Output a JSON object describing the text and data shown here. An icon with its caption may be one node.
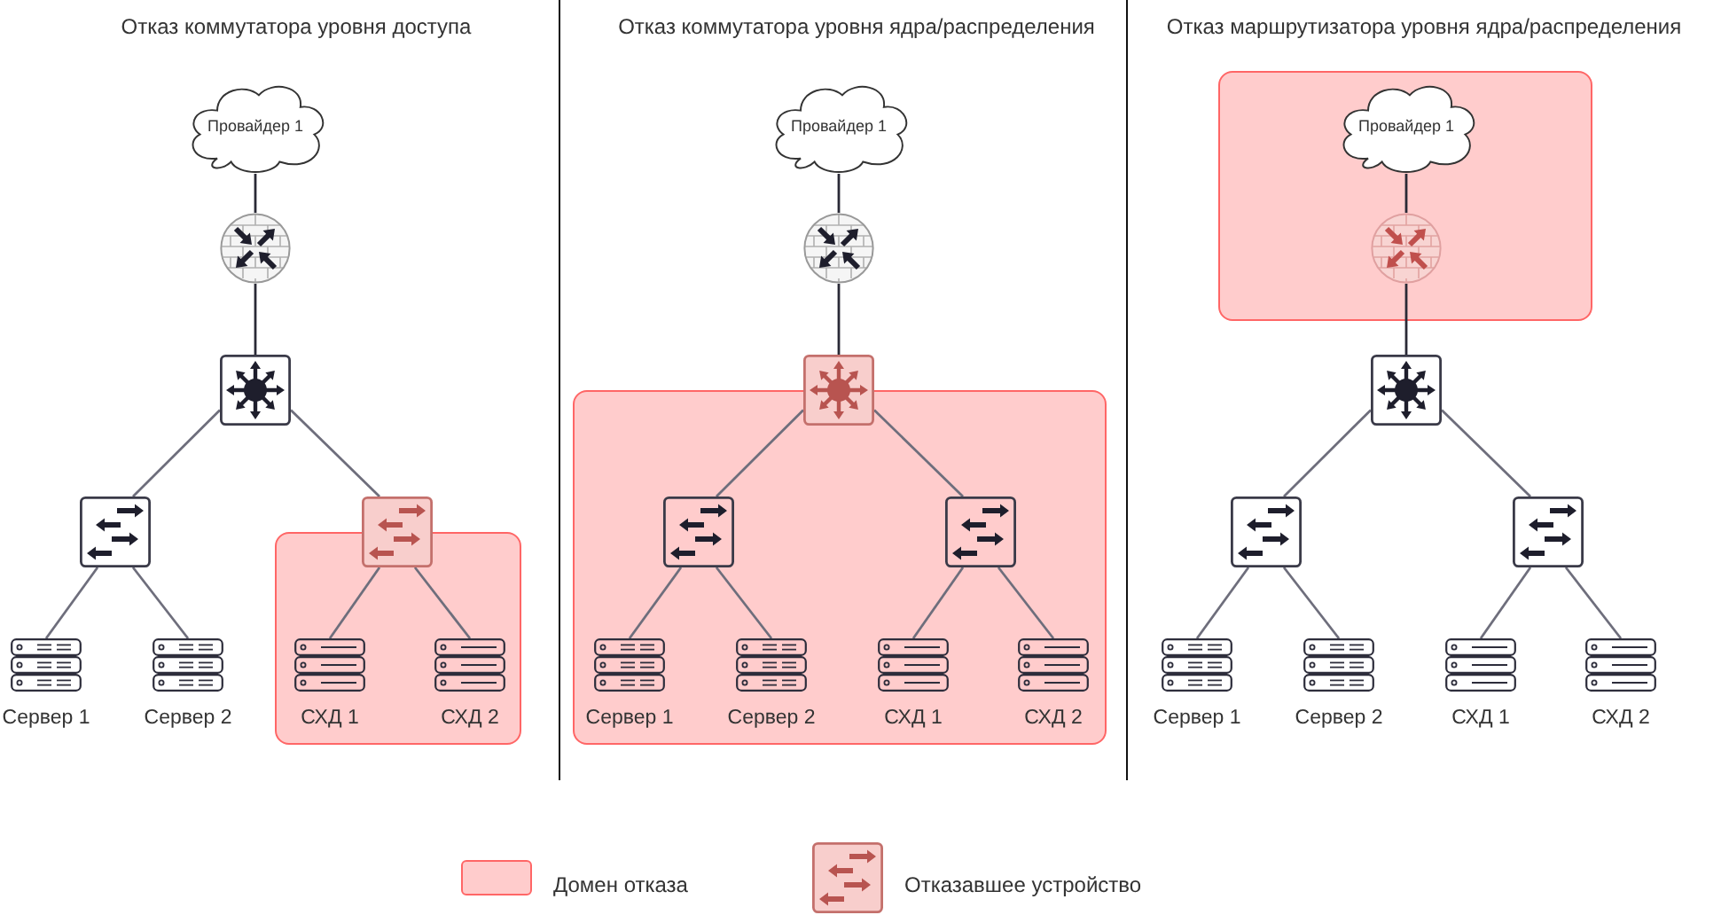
{
  "diagram": {
    "nodes": [
      {
        "text": [
          "Провайдер 1"
        ]
      },
      {
        "text": [],
        "shape": "picture"
      },
      {
        "text": [],
        "shape": "picture"
      },
      {
        "text": [],
        "shape": "picture"
      },
      {
        "text": [],
        "shape": "picture"
      },
      {
        "text": [],
        "shape": "box"
      },
      {
        "text": [
          "Сервер 1"
        ]
      },
      {
        "text": [
          "Сервер 2"
        ]
      },
      {
        "text": [
          "СХД 1"
        ],
        "in": 5
      },
      {
        "text": [
          "СХД 2"
        ],
        "in": 5
      },
      {
        "text": [
          "Провайдер 1"
        ]
      },
      {
        "text": [],
        "shape": "picture"
      },
      {
        "text": [],
        "shape": "picture"
      },
      {
        "text": [],
        "shape": "box"
      },
      {
        "text": [],
        "shape": "picture",
        "in": 13
      },
      {
        "text": [],
        "shape": "picture",
        "in": 13
      },
      {
        "text": [
          "Сервер 1"
        ],
        "in": 13
      },
      {
        "text": [
          "Сервер 2"
        ],
        "in": 13
      },
      {
        "text": [
          "СХД 1"
        ],
        "in": 13
      },
      {
        "text": [
          "СХД 2"
        ],
        "in": 13
      },
      {
        "text": [],
        "shape": "box"
      },
      {
        "text": [
          "Провайдер 1"
        ],
        "in": 20
      },
      {
        "text": [],
        "shape": "picture",
        "in": 20
      },
      {
        "text": [],
        "shape": "picture"
      },
      {
        "text": [],
        "shape": "picture"
      },
      {
        "text": [],
        "shape": "picture"
      },
      {
        "text": [
          "Сервер 1"
        ]
      },
      {
        "text": [
          "Сервер 2"
        ]
      },
      {
        "text": [
          "СХД 1"
        ]
      },
      {
        "text": [
          "СХД 2"
        ]
      }
    ],
    "edges": [
      {
        "from": 0,
        "to": 1,
        "arrow": "none",
        "color": "#2a2a36"
      },
      {
        "from": 1,
        "to": 2,
        "arrow": "none",
        "color": "#2a2a36"
      },
      {
        "from": 2,
        "to": 3,
        "arrow": "none"
      },
      {
        "from": 2,
        "to": 4,
        "arrow": "none"
      },
      {
        "from": 3,
        "to": 6,
        "arrow": "none"
      },
      {
        "from": 3,
        "to": 7,
        "arrow": "none"
      },
      {
        "from": 4,
        "to": 8,
        "arrow": "none"
      },
      {
        "from": 4,
        "to": 9,
        "arrow": "none"
      },
      {
        "from": 10,
        "to": 11,
        "arrow": "none",
        "color": "#2a2a36"
      },
      {
        "from": 11,
        "to": 12,
        "arrow": "none",
        "color": "#2a2a36"
      },
      {
        "from": 12,
        "to": 14,
        "arrow": "none"
      },
      {
        "from": 12,
        "to": 15,
        "arrow": "none"
      },
      {
        "from": 14,
        "to": 16,
        "arrow": "none"
      },
      {
        "from": 14,
        "to": 17,
        "arrow": "none"
      },
      {
        "from": 15,
        "to": 18,
        "arrow": "none"
      },
      {
        "from": 15,
        "to": 19,
        "arrow": "none"
      },
      {
        "from": 21,
        "to": 22,
        "arrow": "none",
        "color": "#2a2a36"
      },
      {
        "from": 22,
        "to": 23,
        "arrow": "none",
        "color": "#2a2a36"
      },
      {
        "from": 23,
        "to": 24,
        "arrow": "none"
      },
      {
        "from": 23,
        "to": 25,
        "arrow": "none"
      },
      {
        "from": 24,
        "to": 26,
        "arrow": "none"
      },
      {
        "from": 24,
        "to": 27,
        "arrow": "none"
      },
      {
        "from": 25,
        "to": 28,
        "arrow": "none"
      },
      {
        "from": 25,
        "to": 29,
        "arrow": "none"
      }
    ],
    "labels": [
      "Отказ коммутатора уровня доступа",
      "Отказ коммутатора уровня ядра/распределения",
      "Отказ маршрутизатора уровня ядра/распределения"
    ],
    "legend": [
      {
        "text": "Домен отказа",
        "color": "#ffcccc"
      },
      {
        "text": "Отказавшее устройство"
      }
    ]
  }
}
